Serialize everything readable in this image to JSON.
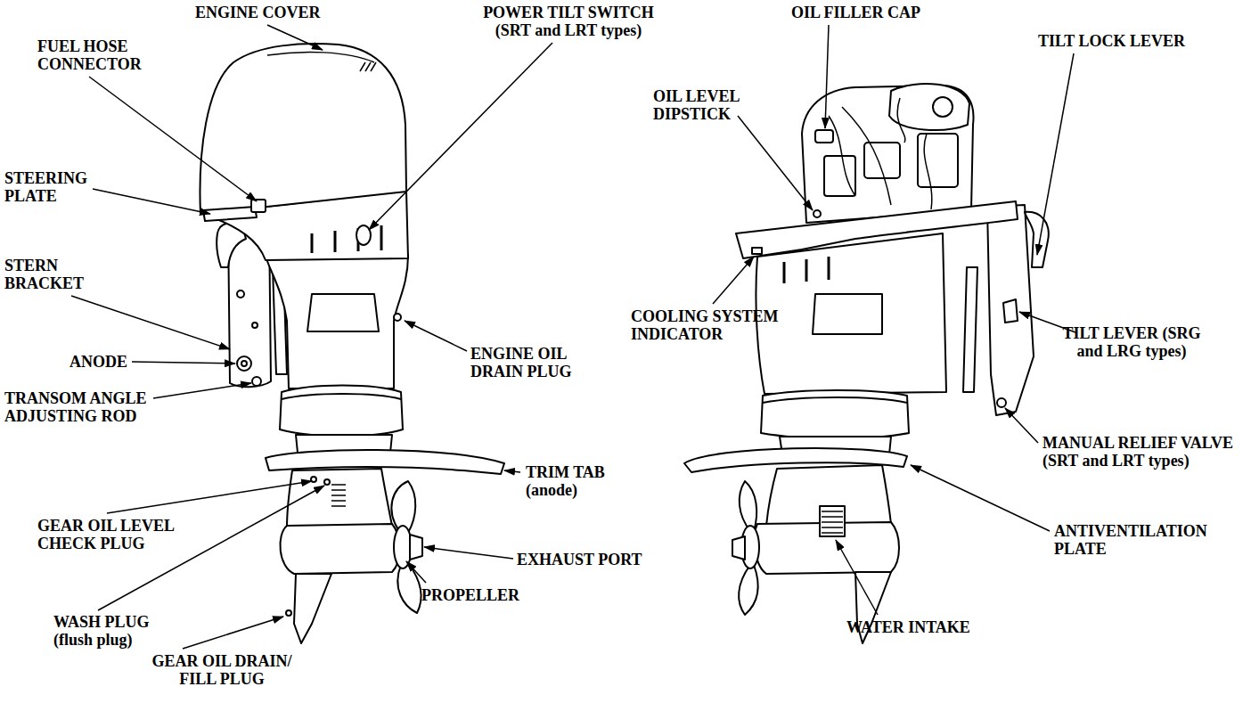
{
  "diagram": {
    "labels": [
      "ENGINE COVER",
      "FUEL HOSE CONNECTOR",
      "POWER TILT SWITCH (SRT and LRT types)",
      "STEERING PLATE",
      "STERN BRACKET",
      "ANODE",
      "TRANSOM ANGLE ADJUSTING ROD",
      "ENGINE OIL DRAIN PLUG",
      "TRIM TAB (anode)",
      "GEAR OIL LEVEL CHECK PLUG",
      "EXHAUST PORT",
      "PROPELLER",
      "WASH PLUG (flush plug)",
      "GEAR OIL DRAIN/ FILL PLUG",
      "OIL FILLER CAP",
      "TILT LOCK LEVER",
      "OIL LEVEL DIPSTICK",
      "COOLING SYSTEM INDICATOR",
      "TILT LEVER (SRG and LRG types)",
      "MANUAL RELIEF VALVE (SRT and LRT types)",
      "ANTIVENTILATION PLATE",
      "WATER INTAKE"
    ]
  }
}
